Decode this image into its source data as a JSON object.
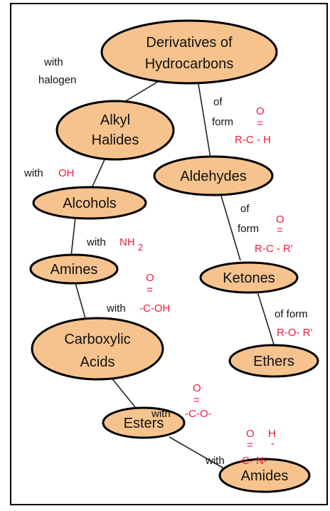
{
  "nodes": {
    "derivatives": {
      "line1": "Derivatives of",
      "line2": "Hydrocarbons"
    },
    "alkyl_halides": {
      "line1": "Alkyl",
      "line2": "Halides"
    },
    "aldehydes": {
      "label": "Aldehydes"
    },
    "alcohols": {
      "label": "Alcohols"
    },
    "amines": {
      "label": "Amines"
    },
    "ketones": {
      "label": "Ketones"
    },
    "carboxylic_acids": {
      "line1": "Carboxylic",
      "line2": "Acids"
    },
    "ethers": {
      "label": "Ethers"
    },
    "esters": {
      "label": "Esters"
    },
    "amides": {
      "label": "Amides"
    }
  },
  "annotations": {
    "halogen": {
      "line1": "with",
      "line2": "halogen"
    },
    "aldehyde_form": {
      "of": "of",
      "form": "form",
      "o": "O",
      "bond": "=",
      "formula": "R-C - H"
    },
    "oh": {
      "with": "with",
      "group": "OH"
    },
    "ketone_form": {
      "of": "of",
      "form": "form",
      "o": "O",
      "bond": "=",
      "formula": "R-C - R'"
    },
    "nh2": {
      "with": "with",
      "group": "NH",
      "sub": "2"
    },
    "cooh": {
      "with": "with",
      "o": "O",
      "bond": "=",
      "group": "-C-OH"
    },
    "ether_form": {
      "of_form": "of form",
      "formula": "R-O- R'"
    },
    "coo": {
      "with": "with",
      "o": "O",
      "bond": "=",
      "group": "-C-O-"
    },
    "amide": {
      "with": "with",
      "o": "O",
      "h": "H",
      "bond": "=",
      "hbond": "-",
      "group": "-C- N-"
    }
  },
  "colors": {
    "node_fill": "#f6c38e",
    "formula_red": "#ee1c3c"
  }
}
